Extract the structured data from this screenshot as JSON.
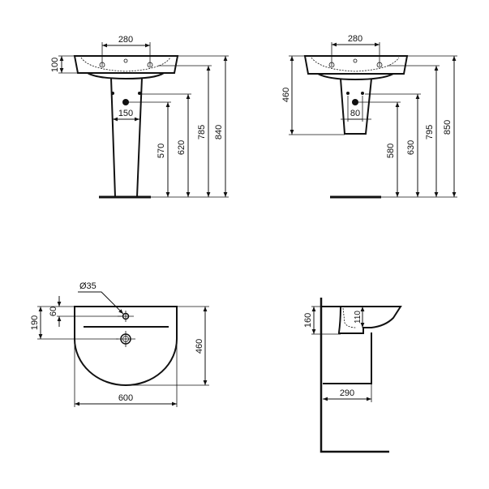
{
  "pedestal_front_view": {
    "tap_spacing": "280",
    "basin_height": "100",
    "fixing_spacing": "150",
    "waste_height": "570",
    "fixing_height": "620",
    "rim_tap_height": "785",
    "total_height": "840"
  },
  "semi_pedestal_front_view": {
    "tap_spacing": "280",
    "basin_to_semi_pedestal": "460",
    "fixing_spacing": "80",
    "waste_height": "580",
    "fixing_height": "630",
    "rim_tap_height": "795",
    "total_height": "850"
  },
  "plan_view": {
    "tap_hole_diameter": "Ø35",
    "tap_hole_offset": "60",
    "waste_offset": "190",
    "depth": "460",
    "width": "600"
  },
  "side_view": {
    "basin_depth": "160",
    "bowl_depth": "110",
    "pedestal_projection": "290"
  }
}
